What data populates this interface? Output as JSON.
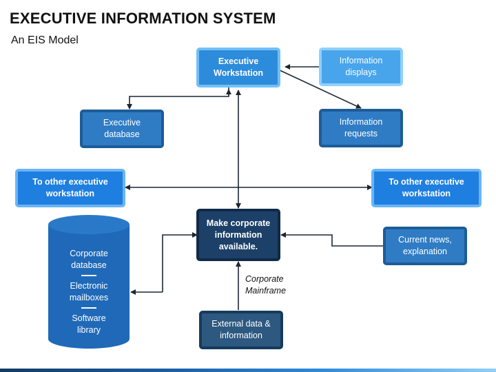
{
  "header": {
    "title": "EXECUTIVE INFORMATION SYSTEM",
    "subtitle": "An EIS Model"
  },
  "nodes": {
    "executive_workstation": "Executive\nWorkstation",
    "information_displays": "Information\ndisplays",
    "information_requests": "Information\nrequests",
    "executive_database": "Executive\ndatabase",
    "other_workstation_left": "To other executive\nworkstation",
    "other_workstation_right": "To other executive\nworkstation",
    "make_corporate_info": "Make corporate\ninformation\navailable.",
    "current_news": "Current news,\nexplanation",
    "external_data": "External data &\ninformation"
  },
  "database_cylinder": {
    "items": [
      "Corporate\ndatabase",
      "Electronic\nmailboxes",
      "Software\nlibrary"
    ]
  },
  "annotation": {
    "mainframe_label": "Corporate\nMainframe"
  },
  "colors": {
    "line": "#1a2733",
    "accent_bright": "#1f7fe0",
    "accent_navy": "#1c4068"
  }
}
